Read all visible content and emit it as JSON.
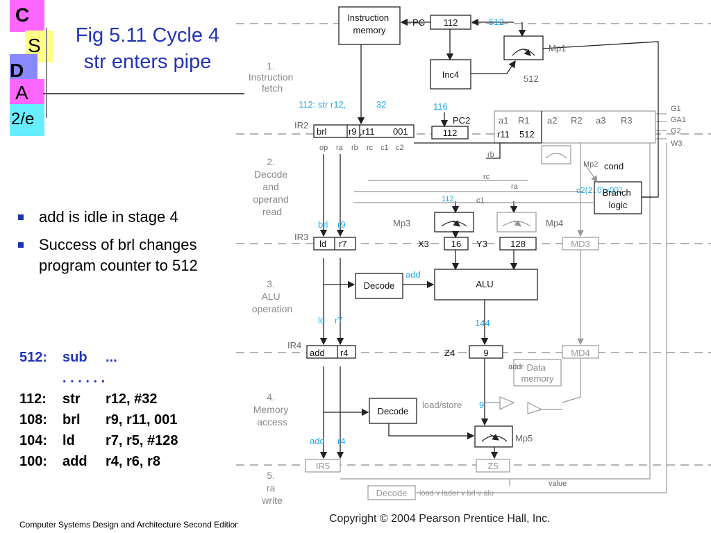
{
  "logo": {
    "c": "C",
    "s": "S",
    "d": "D",
    "a": "A",
    "edition": "2/e"
  },
  "title": {
    "line1": "Fig 5.11  Cycle 4",
    "line2": "str enters pipe"
  },
  "bullets": [
    "add is idle in stage 4",
    "Success of brl changes",
    "program counter to 512"
  ],
  "code": [
    {
      "addr": "512:",
      "op": "sub",
      "args": "...",
      "color": "#2233bb"
    },
    {
      "addr": "",
      "op": ". . . . . .",
      "args": "",
      "color": "#2233bb"
    },
    {
      "addr": "112:",
      "op": "str",
      "args": "r12, #32",
      "color": "#000000"
    },
    {
      "addr": "108:",
      "op": "brl",
      "args": "r9, r11, 001",
      "color": "#000000"
    },
    {
      "addr": "104:",
      "op": "ld",
      "args": "r7, r5, #128",
      "color": "#000000"
    },
    {
      "addr": "100:",
      "op": "add",
      "args": "r4, r6, r8",
      "color": "#000000"
    }
  ],
  "footer": "Computer Systems Design and Architecture Second Edition",
  "diagram": {
    "stages": {
      "s1": [
        "1.",
        "Instruction",
        "fetch"
      ],
      "s2": [
        "2.",
        "Decode",
        "and",
        "operand",
        "read"
      ],
      "s3": [
        "3.",
        "ALU",
        "operation"
      ],
      "s4": [
        "4.",
        "Memory",
        "access"
      ],
      "s5": [
        "5.",
        "ra",
        "write"
      ]
    },
    "instr_mem": [
      "Instruction",
      "memory"
    ],
    "pc_label": "PC",
    "pc_value": "112",
    "pc_in": "512",
    "mp1": "Mp1",
    "mp1_out": "512",
    "inc4": "Inc4",
    "ir2_label": "IR2",
    "ir2_fields": [
      "brl",
      "r9",
      ",r11",
      "001"
    ],
    "ir2_sub": [
      "op",
      "ra",
      "rb",
      "rc",
      "c1",
      "c2"
    ],
    "ir2_above": "112: str  r12,",
    "ir2_above2": "32",
    "pc2_top": "116",
    "pc2_label": "PC2",
    "pc2_value": "112",
    "regfile_hdr": [
      "a1",
      "R1",
      "a2",
      "R2",
      "a3",
      "R3"
    ],
    "regfile_row": [
      "r11",
      "512"
    ],
    "g_ports": [
      "G1",
      "GA1",
      "G2",
      "W3"
    ],
    "mp2": "Mp2",
    "cond": "cond",
    "branch": [
      "Branch",
      "logic"
    ],
    "c2_text": "c2(2..0)=001",
    "wire_labels": {
      "rb": "rb",
      "rc": "rc",
      "ra": "ra",
      "c1": "c1",
      "pc112": "112",
      "addr": "addr",
      "value": "value"
    },
    "ir3_label": "IR3",
    "ir3_above": [
      "brl",
      "r9"
    ],
    "ir3_fields": [
      "ld",
      "r7"
    ],
    "x3": "X3",
    "x3v": "16",
    "y3": "Y3",
    "y3v": "128",
    "mp3": "Mp3",
    "mp4": "Mp4",
    "md3": "MD3",
    "decode": "Decode",
    "add_lbl": "add",
    "alu": "ALU",
    "ir4_above": [
      "ld",
      "r7"
    ],
    "ir4_label": "IR4",
    "ir4_fields": [
      "add",
      "r4"
    ],
    "alu_out": "144",
    "z4": "Z4",
    "z4v": "9",
    "md4": "MD4",
    "datamem": [
      "Data",
      "memory"
    ],
    "loadstore": "load/store",
    "ls_val": "9",
    "mp5": "Mp5",
    "ir5_above": [
      "add",
      "r4"
    ],
    "ir5": "IR5",
    "z5": "Z5",
    "decode5": "Decode",
    "decode5_out": "load v lader v brl v alu",
    "copyright": "Copyright © 2004 Pearson Prentice Hall, Inc."
  }
}
